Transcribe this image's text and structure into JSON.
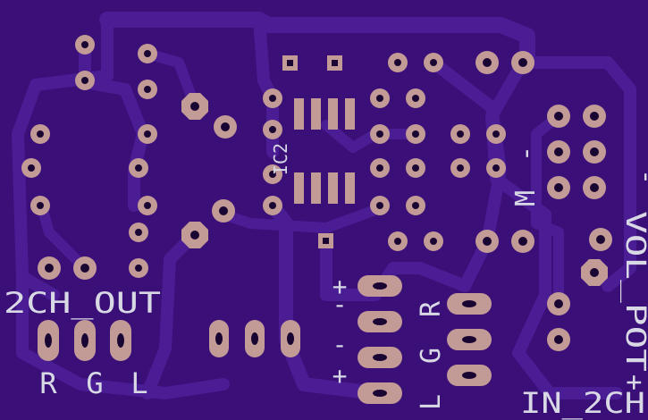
{
  "board": {
    "colors": {
      "substrate": "#3a0f78",
      "trace": "#4a1d94",
      "copper_pad": "#c29a96",
      "drill_hole": "#1a0633",
      "silkscreen": "#d9d9e6"
    }
  },
  "labels": {
    "ic2": "IC2",
    "out_header": "2CH_OUT",
    "out_r": "R",
    "out_g": "G",
    "out_l": "L",
    "jack_out_plus": "+",
    "jack_out_minus": "-",
    "jack_in_plus": "+",
    "jack_in_minus": "-",
    "in_l": "L",
    "in_g": "G",
    "in_r": "R",
    "pot_m": "M",
    "pot_minus": "-",
    "vol_pot": "VOL_POT",
    "vol_plus": "+",
    "vol_minus": "-",
    "in_header": "IN_2CH"
  }
}
